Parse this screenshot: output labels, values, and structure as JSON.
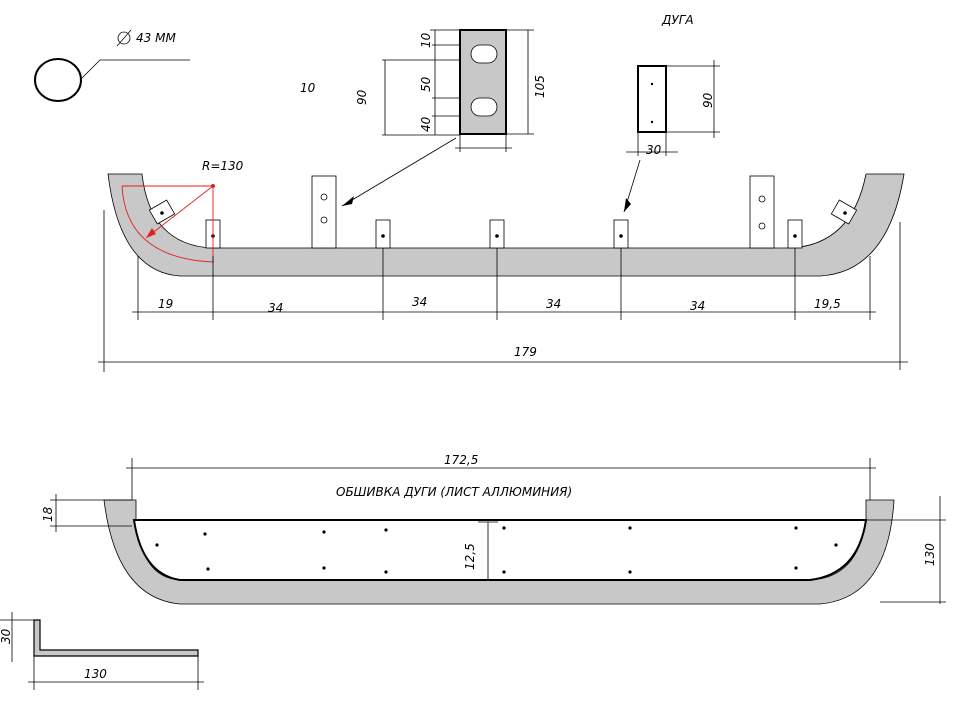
{
  "title_arc": "ДУГА",
  "pipe_diameter": "43 ММ",
  "radius_label": "R=130",
  "label_10_top": "10",
  "plate_dims": {
    "h90": "90",
    "h105": "105",
    "s10": "10",
    "s50": "50",
    "s40": "40"
  },
  "arc_post_dims": {
    "h90": "90",
    "w30": "30"
  },
  "bottom_dims": {
    "d19": "19",
    "d34a": "34",
    "d34b": "34",
    "d34c": "34",
    "d34d": "34",
    "d19_5": "19,5",
    "total": "179"
  },
  "lower": {
    "title": "ОБШИВКА ДУГИ (ЛИСТ АЛЛЮМИНИЯ)",
    "width": "172,5",
    "h18": "18",
    "h130": "130",
    "h12_5": "12,5"
  },
  "angle_profile": {
    "h30": "30",
    "w130": "130"
  },
  "colors": {
    "part_fill": "#c8c8c8",
    "radius_mark": "#e02020"
  }
}
